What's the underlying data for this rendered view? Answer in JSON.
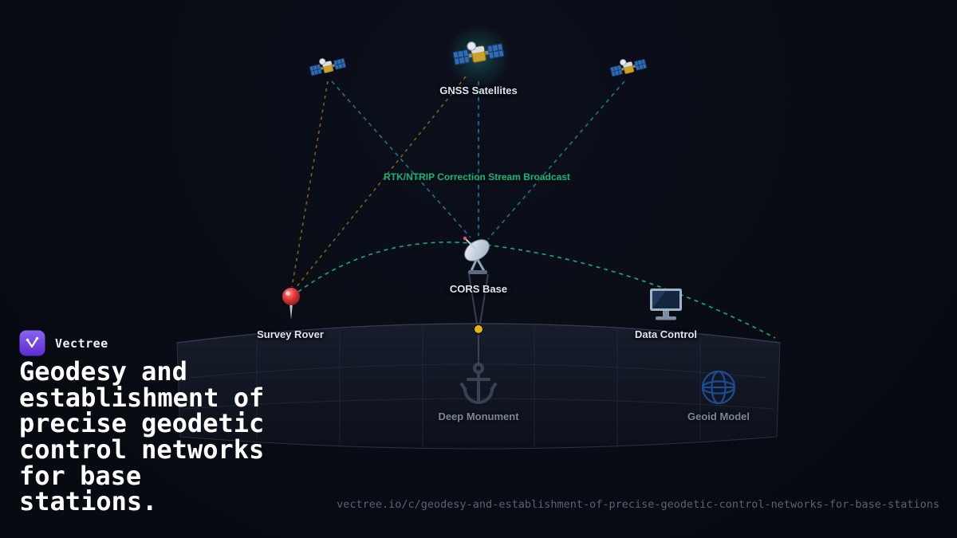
{
  "page": {
    "background": "#090c14"
  },
  "brand": {
    "name": "Vectree",
    "logo_color_top": "#8a63f4",
    "logo_color_bottom": "#5b2bd0"
  },
  "headline": {
    "text": "Geodesy and establishment of precise geodetic control networks for base stations."
  },
  "footer": {
    "url": "vectree.io/c/geodesy-and-establishment-of-precise-geodetic-control-networks-for-base-stations"
  },
  "diagram": {
    "stream_label": "RTK/NTRIP Correction Stream Broadcast",
    "labels": {
      "gnss": "GNSS Satellites",
      "cors": "CORS Base",
      "rover": "Survey Rover",
      "data": "Data Control",
      "monument": "Deep Monument",
      "geoid": "Geoid Model"
    },
    "colors": {
      "green": "#10b981",
      "teal": "#1e87a8",
      "amber": "#8a6d1a"
    }
  }
}
